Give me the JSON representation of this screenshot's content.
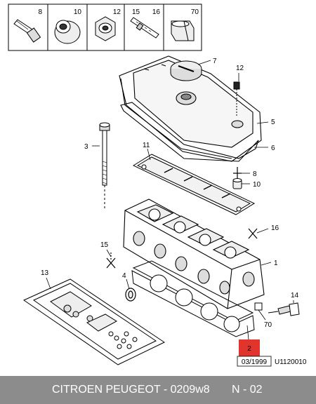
{
  "parts_table": [
    {
      "number": "8",
      "icon": "stud-bolt-icon"
    },
    {
      "number": "10",
      "icon": "bushing-icon"
    },
    {
      "number": "12",
      "icon": "nut-icon"
    },
    {
      "number": "15",
      "icon": "threaded-stud-icon"
    },
    {
      "number": "16",
      "icon": "split-sleeve-icon"
    },
    {
      "number": "70",
      "icon": "clip-icon"
    }
  ],
  "callouts": [
    "1",
    "2",
    "3",
    "4",
    "5",
    "6",
    "7",
    "8",
    "10",
    "11",
    "12",
    "13",
    "14",
    "15",
    "16",
    "70"
  ],
  "highlight_color": "#e0342c",
  "date_code": "03/1999",
  "drawing_ref": "U1120010",
  "footer": {
    "brand": "CITROEN PEUGEOT - 0209w8",
    "page": "N - 02"
  }
}
